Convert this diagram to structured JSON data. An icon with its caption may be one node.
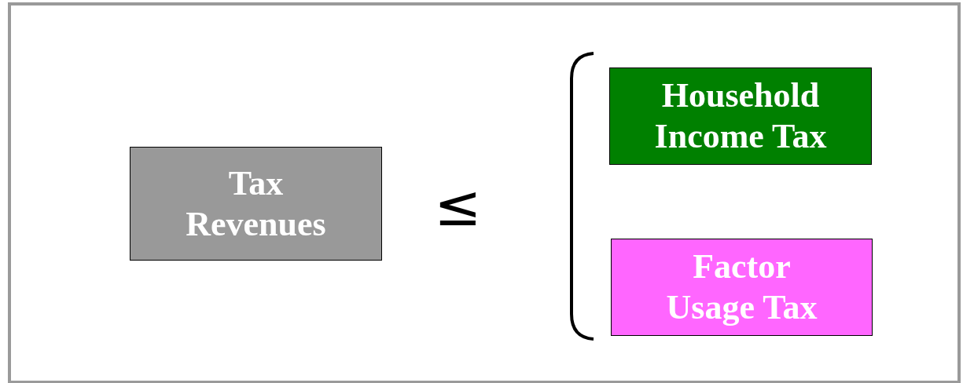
{
  "diagram": {
    "nodes": [
      {
        "text": [
          "Tax Revenues"
        ]
      },
      {
        "text": [
          "Household Income Tax"
        ]
      },
      {
        "text": [
          "Factor Usage Tax"
        ]
      }
    ],
    "labels": [
      "≤"
    ]
  }
}
